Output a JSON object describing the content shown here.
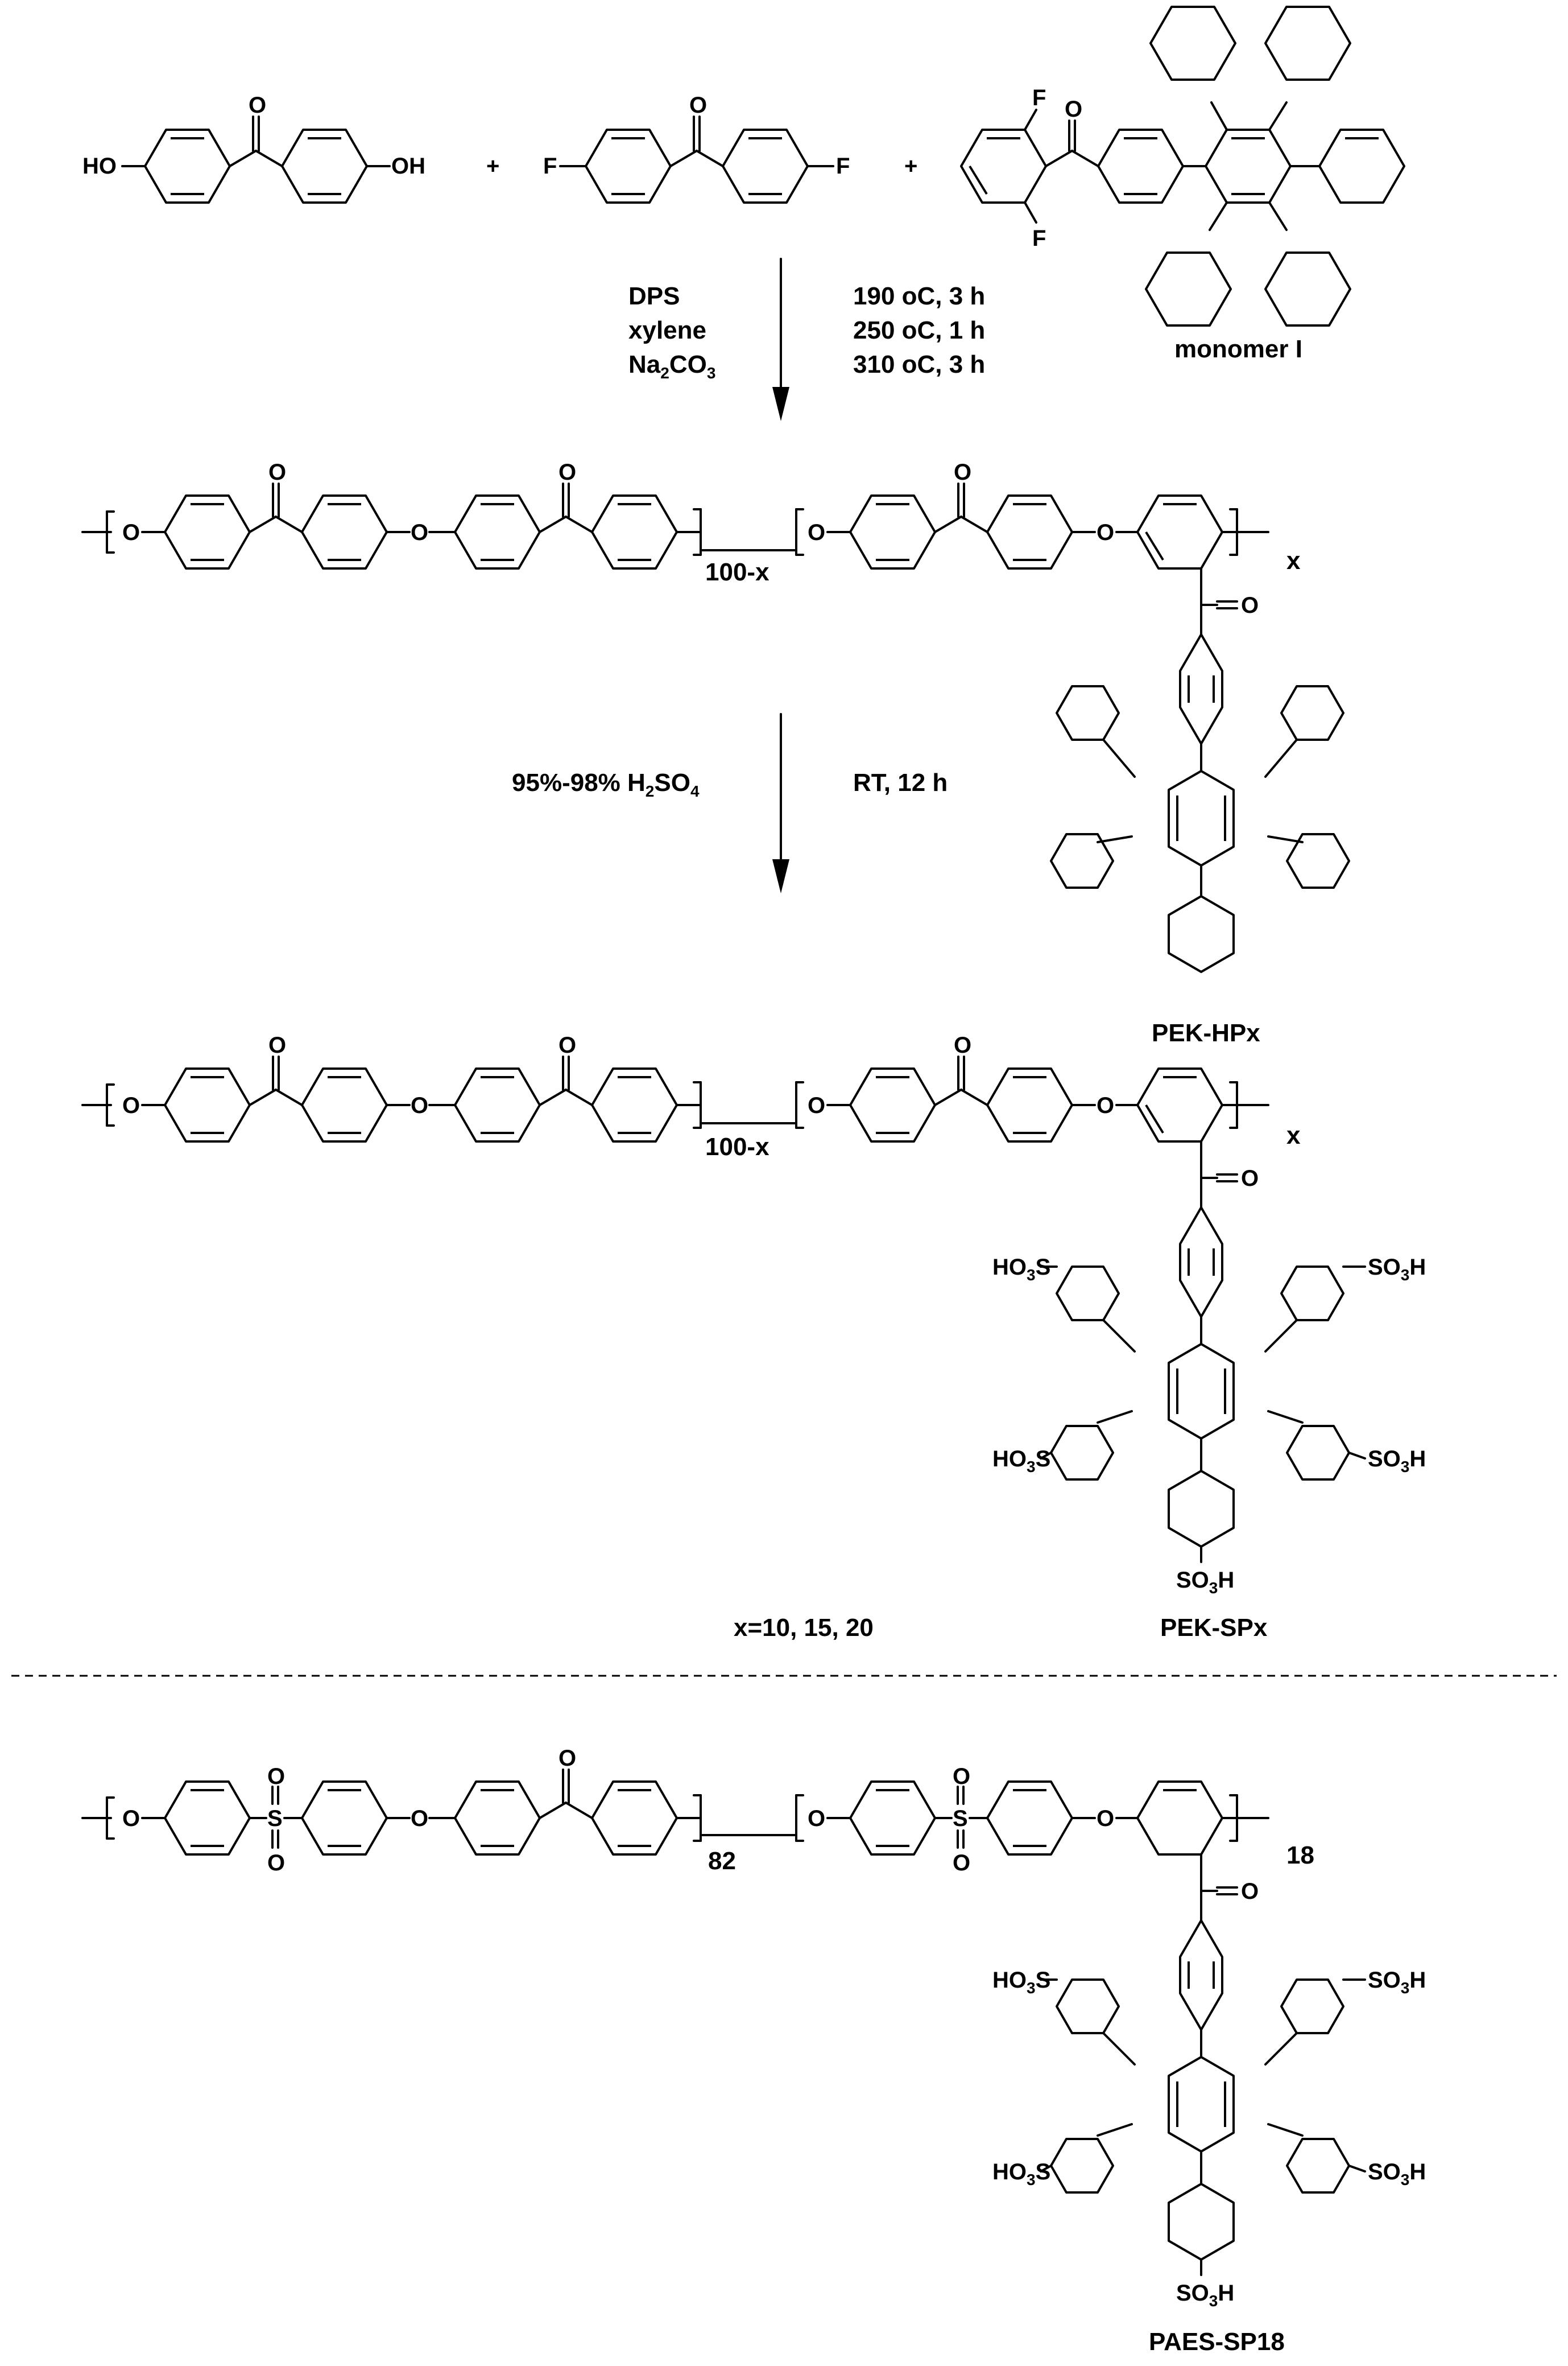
{
  "diagram": {
    "monomer_label": "monomer I",
    "step1": {
      "reagents": [
        "DPS",
        "xylene",
        "Na2CO3"
      ],
      "conditions": [
        "190 oC, 3 h",
        "250 oC, 1 h",
        "310 oC, 3 h"
      ]
    },
    "step2": {
      "reagent": "95%-98% H2SO4",
      "condition": "RT, 12 h"
    },
    "polymer_hp_label": "PEK-HPx",
    "polymer_sp_label": "PEK-SPx",
    "x_values": "x=10, 15, 20",
    "polymer_paes_label": "PAES-SP18",
    "subscripts": {
      "pek_left": "100-x",
      "pek_right": "x",
      "paes_left": "82",
      "paes_right": "18"
    },
    "atoms": {
      "hydroxyl": "HO",
      "hydroxyl_r": "OH",
      "fluorine": "F",
      "oxygen": "O",
      "sulfur": "S",
      "plus": "+"
    },
    "sulfonic_groups": {
      "left": "HO3S",
      "right": "SO3H"
    }
  }
}
